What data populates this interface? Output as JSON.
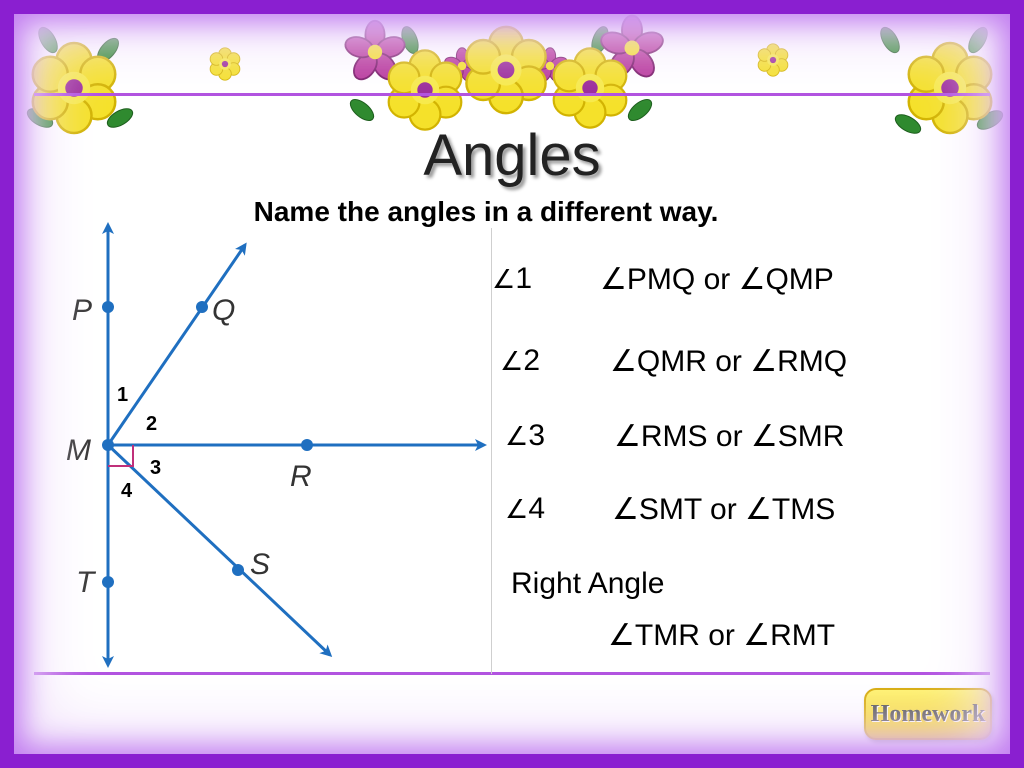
{
  "slide": {
    "title": "Angles",
    "subtitle": "Name the angles in a different way."
  },
  "colors": {
    "border": "#8a1fd0",
    "rule": "#b04fe0",
    "ray": "#1f6fc0",
    "right_angle_marker": "#c0307a",
    "button": "#f2c700"
  },
  "diagram": {
    "point_labels": [
      "P",
      "Q",
      "M",
      "R",
      "T",
      "S"
    ],
    "angle_numbers": [
      "1",
      "2",
      "3",
      "4"
    ]
  },
  "answers": [
    {
      "angle_symbol": "∠",
      "number": "1",
      "names": "∠PMQ or ∠QMP"
    },
    {
      "angle_symbol": "∠",
      "number": "2",
      "names": "∠QMR or ∠RMQ"
    },
    {
      "angle_symbol": "∠",
      "number": "3",
      "names": "∠RMS or ∠SMR"
    },
    {
      "angle_symbol": "∠",
      "number": "4",
      "names": "∠SMT or ∠TMS"
    }
  ],
  "right_angle": {
    "label": "Right Angle",
    "names": "∠TMR or ∠RMT"
  },
  "homework_button": {
    "label": "Homework",
    "icon": "homework-button"
  }
}
